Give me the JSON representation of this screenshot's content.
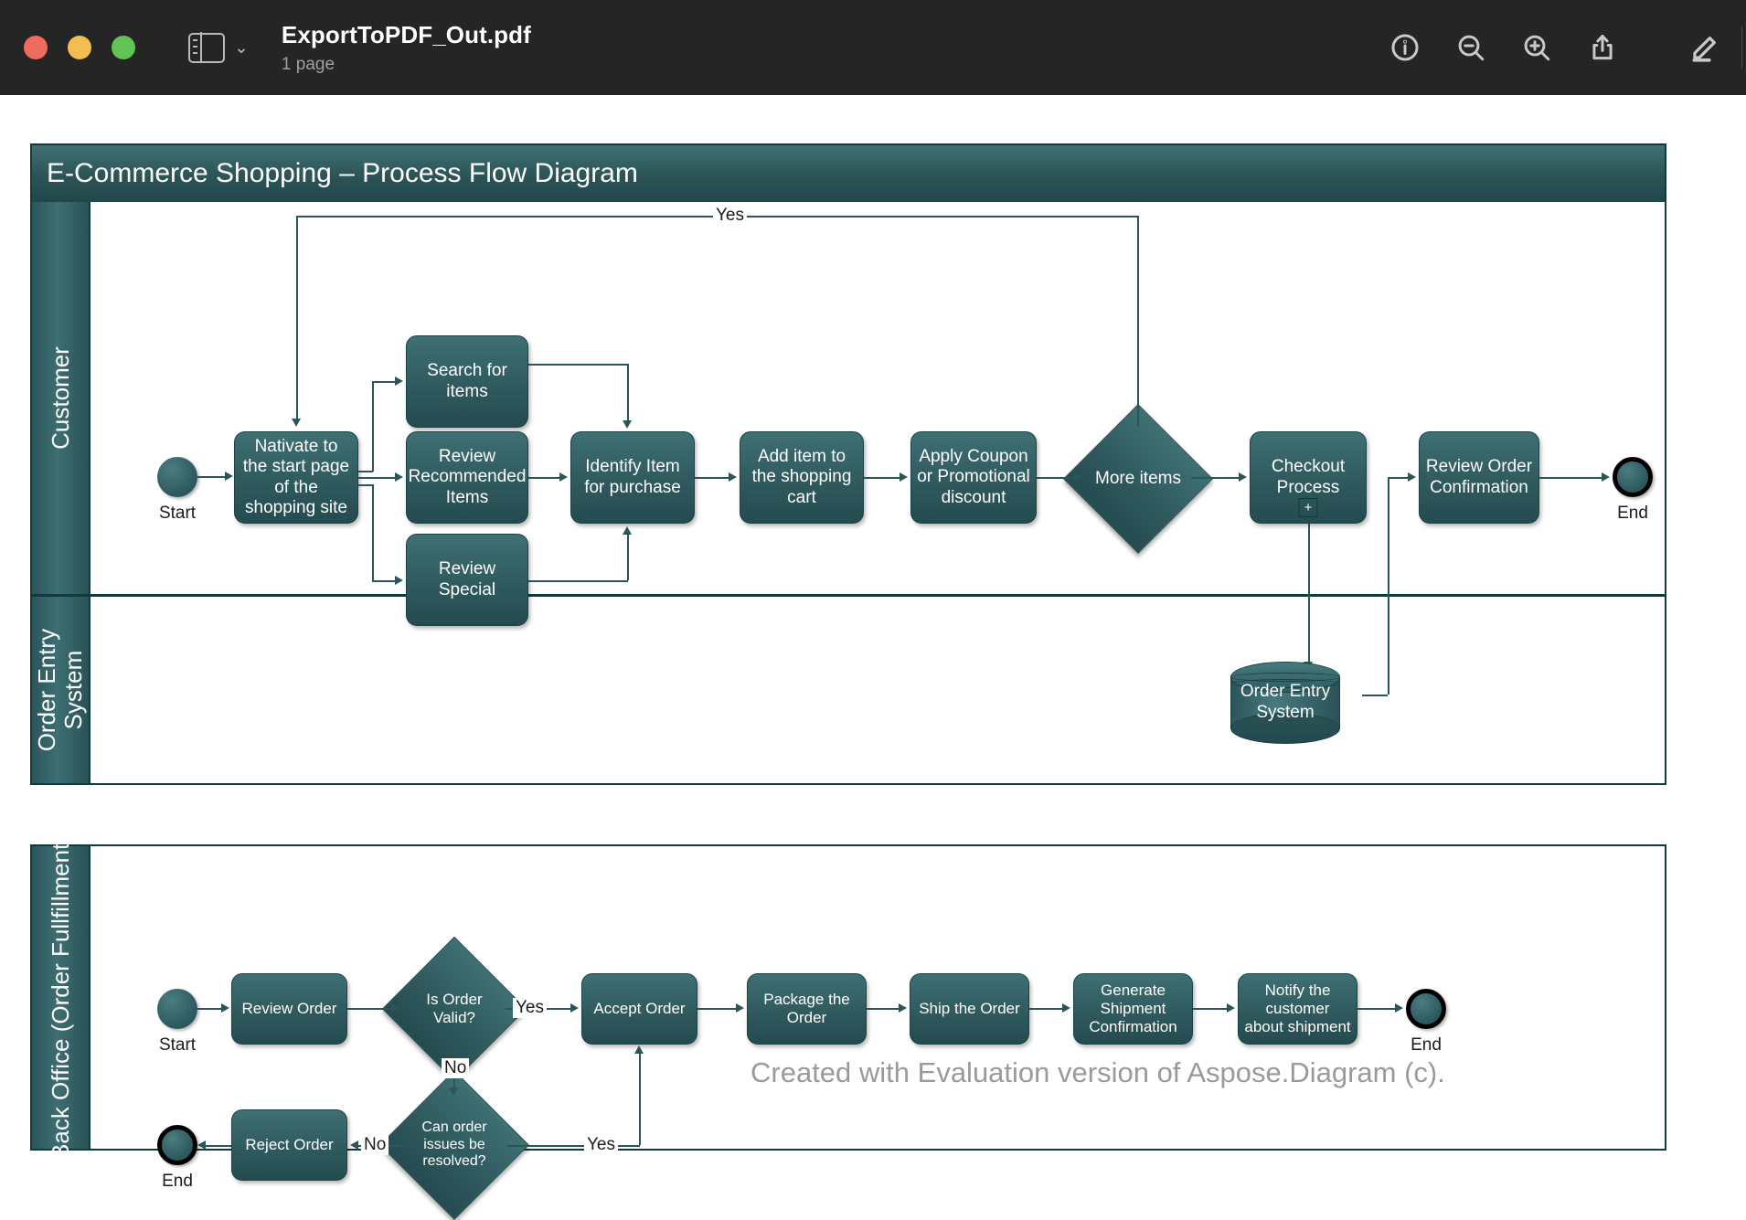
{
  "window": {
    "file_name": "ExportToPDF_Out.pdf",
    "page_count": "1 page",
    "sidebar_toggle_icon": "sidebar-icon",
    "chevron": "⌄",
    "tools": [
      {
        "name": "info-icon",
        "label": "Info"
      },
      {
        "name": "zoom-out-icon",
        "label": "Zoom Out"
      },
      {
        "name": "zoom-in-icon",
        "label": "Zoom In"
      },
      {
        "name": "share-icon",
        "label": "Share"
      },
      {
        "name": "markup-icon",
        "label": "Markup"
      }
    ]
  },
  "diagram": {
    "title": "E-Commerce Shopping – Process Flow Diagram",
    "watermark": "Created with Evaluation version of Aspose.Diagram (c).",
    "lanes": [
      {
        "id": "customer",
        "label": "Customer"
      },
      {
        "id": "order_entry",
        "label": "Order Entry\nSystem"
      },
      {
        "id": "back_office",
        "label": "Back Office (Order Fullfillment)"
      }
    ],
    "customer_lane": {
      "start_label": "Start",
      "end_label": "End",
      "nodes": [
        {
          "id": "navigate",
          "text": "Nativate to the start page of the shopping site"
        },
        {
          "id": "search",
          "text": "Search for items"
        },
        {
          "id": "review_recommended",
          "text": "Review Recommended Items"
        },
        {
          "id": "review_special",
          "text": "Review Special"
        },
        {
          "id": "identify",
          "text": "Identify Item for purchase"
        },
        {
          "id": "add_cart",
          "text": "Add item to the shopping cart"
        },
        {
          "id": "coupon",
          "text": "Apply Coupon or Promotional discount"
        },
        {
          "id": "more_items",
          "text": "More items",
          "shape": "decision"
        },
        {
          "id": "checkout",
          "text": "Checkout Process",
          "marker": "+"
        },
        {
          "id": "review_confirmation",
          "text": "Review Order Confirmation"
        }
      ],
      "edge_labels": {
        "more_items_yes": "Yes"
      }
    },
    "order_entry_lane": {
      "database": {
        "id": "order_entry_db",
        "text": "Order Entry System"
      }
    },
    "back_office_lane": {
      "start_label": "Start",
      "end_label": "End",
      "end_label_2": "End",
      "nodes": [
        {
          "id": "review_order",
          "text": "Review Order"
        },
        {
          "id": "is_order_valid",
          "text": "Is Order Valid?",
          "shape": "decision"
        },
        {
          "id": "accept_order",
          "text": "Accept Order"
        },
        {
          "id": "package_order",
          "text": "Package the Order"
        },
        {
          "id": "ship_order",
          "text": "Ship the Order"
        },
        {
          "id": "generate_shipment",
          "text": "Generate Shipment Confirmation"
        },
        {
          "id": "notify_customer",
          "text": "Notify the customer about shipment"
        },
        {
          "id": "can_resolve",
          "text": "Can order issues be resolved?",
          "shape": "decision"
        },
        {
          "id": "reject_order",
          "text": "Reject Order"
        }
      ],
      "edge_labels": {
        "valid_yes": "Yes",
        "valid_no": "No",
        "resolve_yes": "Yes",
        "resolve_no": "No"
      }
    }
  },
  "colors": {
    "titlebar_bg": "#262525",
    "node_fill": "#2e585c",
    "node_stroke": "#1c4145",
    "pool_header": "#2c5457",
    "connector": "#2b5558"
  }
}
